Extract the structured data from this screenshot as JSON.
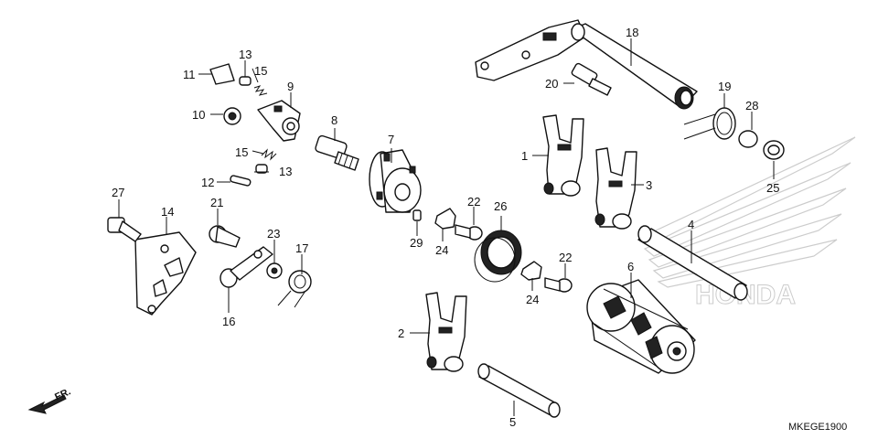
{
  "diagram_code": "MKEGE1900",
  "direction_label": "FR.",
  "watermark_text": "HONDA",
  "callouts": [
    "1",
    "2",
    "3",
    "4",
    "5",
    "6",
    "7",
    "8",
    "9",
    "10",
    "11",
    "12",
    "13",
    "13",
    "14",
    "15",
    "15",
    "16",
    "17",
    "18",
    "19",
    "20",
    "21",
    "22",
    "22",
    "23",
    "24",
    "24",
    "25",
    "26",
    "27",
    "28",
    "29"
  ]
}
